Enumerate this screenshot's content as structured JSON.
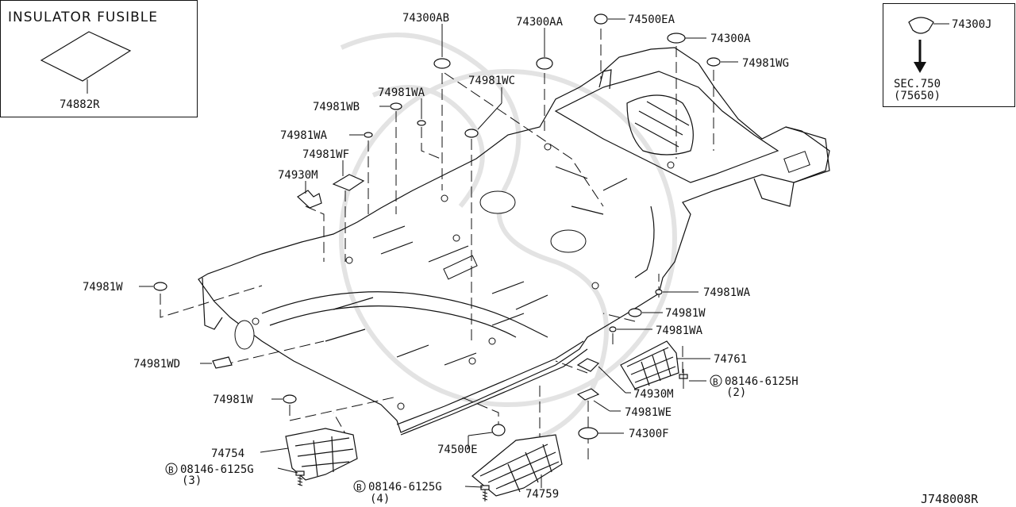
{
  "diagram": {
    "insulator_title": "INSULATOR FUSIBLE",
    "drawing_number": "J748008R",
    "callouts": {
      "p74882R": "74882R",
      "p74300AB": "74300AB",
      "p74300AA": "74300AA",
      "p74500EA": "74500EA",
      "p74300A": "74300A",
      "p74981WG": "74981WG",
      "p74981WA_top": "74981WA",
      "p74981WC": "74981WC",
      "p74981WB": "74981WB",
      "p74981WA_left": "74981WA",
      "p74981WF": "74981WF",
      "p74930M_left": "74930M",
      "p74981W_left": "74981W",
      "p74981WD": "74981WD",
      "p74981W_lower": "74981W",
      "p74754": "74754",
      "p08146_6125G_a": "08146-6125G",
      "qty_3": "(3)",
      "p74500E": "74500E",
      "p08146_6125G_b": "08146-6125G",
      "qty_4": "(4)",
      "p74759": "74759",
      "p74300F": "74300F",
      "p74981WE": "74981WE",
      "p74930M_right": "74930M",
      "p08146_6125H": "08146-6125H",
      "qty_2": "(2)",
      "p74761": "74761",
      "p74981WA_r2": "74981WA",
      "p74981W_right": "74981W",
      "p74981WA_r1": "74981WA",
      "p74300J": "74300J",
      "sec_ref": "SEC.750",
      "sec_sub": "(75650)"
    },
    "bolt_marker": "B"
  }
}
